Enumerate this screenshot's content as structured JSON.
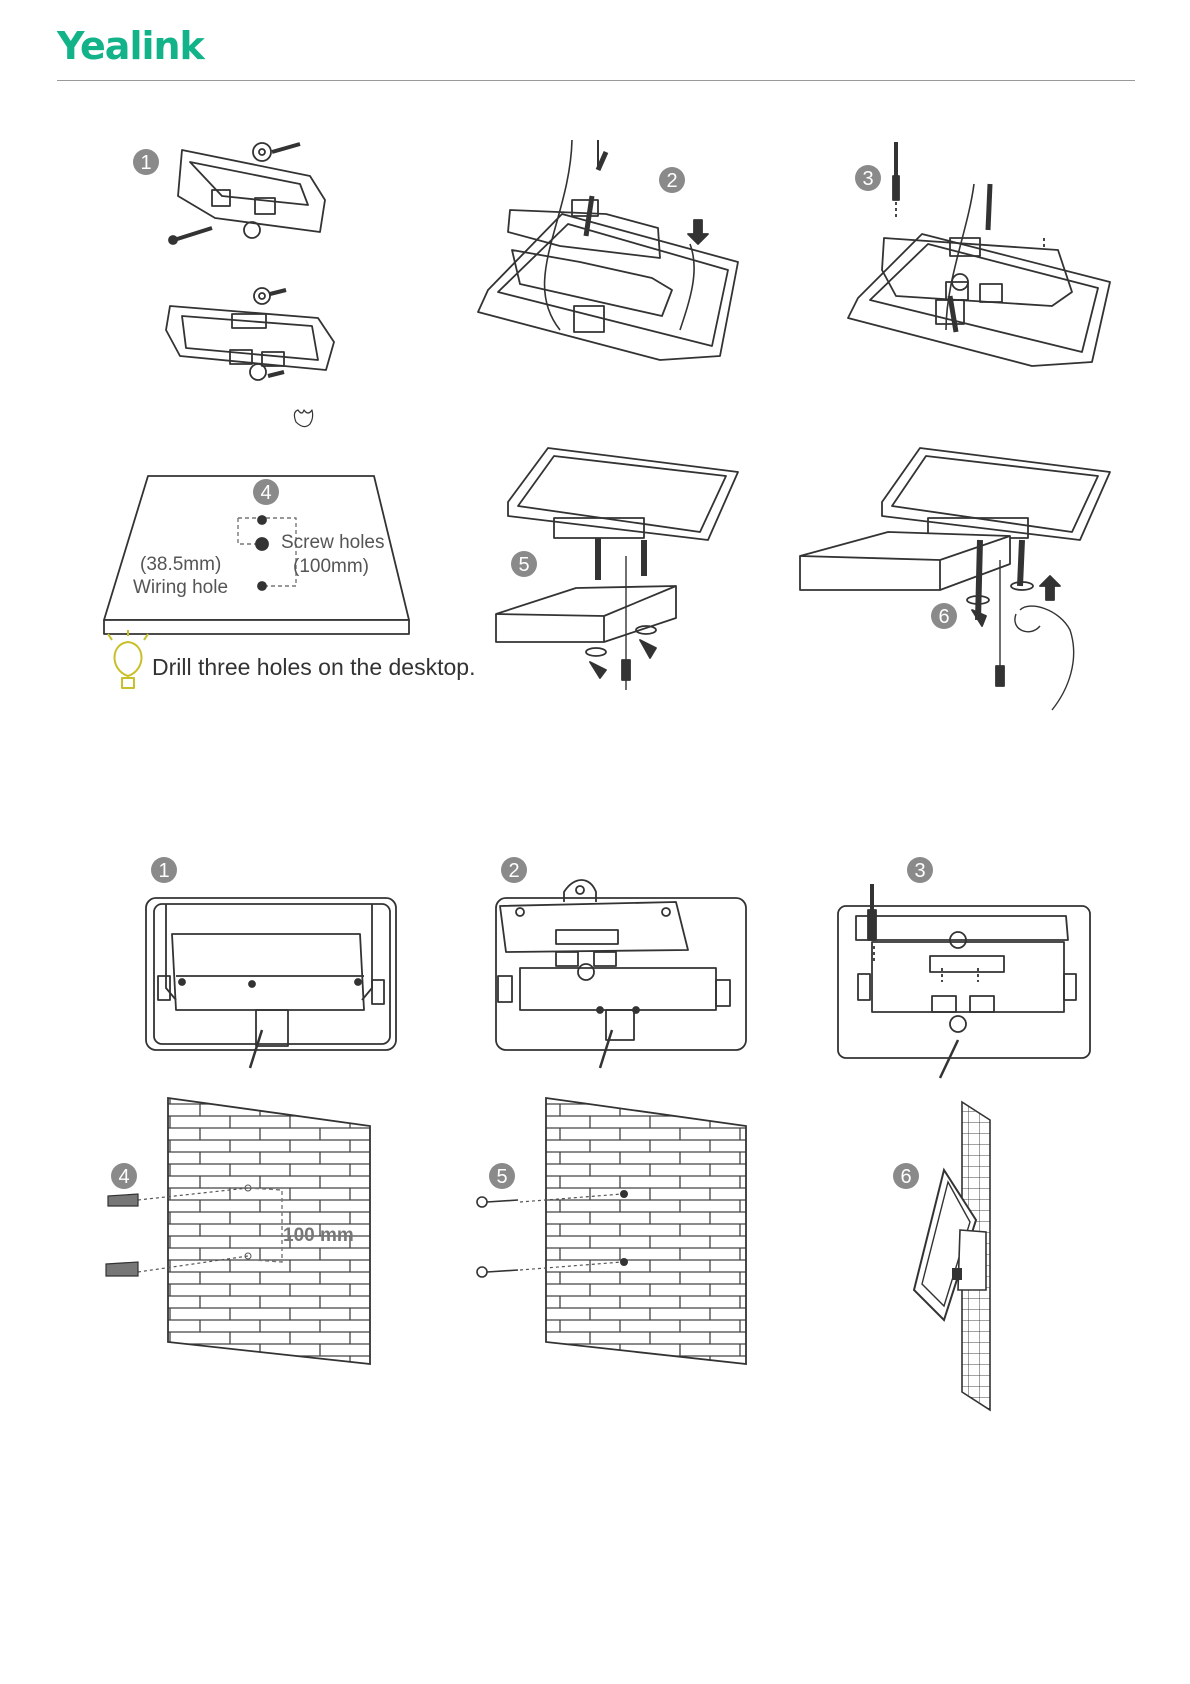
{
  "header": {
    "brand": "Yealink"
  },
  "desktop_mount": {
    "steps": [
      "1",
      "2",
      "3",
      "4",
      "5",
      "6"
    ],
    "labels": {
      "screw_holes": "Screw holes",
      "screw_holes_dim": "(100mm)",
      "wiring_dim": "(38.5mm)",
      "wiring_hole": "Wiring hole"
    },
    "tip": "Drill three holes on the desktop."
  },
  "wall_mount": {
    "steps": [
      "1",
      "2",
      "3",
      "4",
      "5",
      "6"
    ],
    "dimension": "100 mm"
  }
}
